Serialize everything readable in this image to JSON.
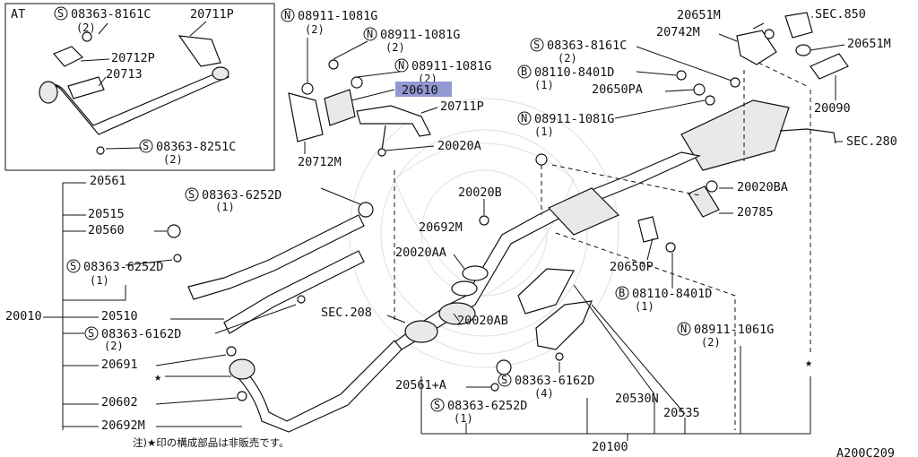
{
  "inset": {
    "tag": "AT",
    "labels": {
      "s_8161c": "08363-8161C",
      "s_8161c_qty": "(2)",
      "p_20711p": "20711P",
      "p_20712p": "20712P",
      "p_20713": "20713",
      "s_8251c": "08363-8251C",
      "s_8251c_qty": "(2)"
    }
  },
  "labels": {
    "n_1081g_a": "08911-1081G",
    "n_1081g_a_qty": "(2)",
    "n_1081g_b": "08911-1081G",
    "n_1081g_b_qty": "(2)",
    "n_1081g_c": "08911-1081G",
    "n_1081g_c_qty": "(2)",
    "p_20610": "20610",
    "p_20711p": "20711P",
    "p_20712m": "20712M",
    "p_20020a": "20020A",
    "p_20651m_top": "20651M",
    "sec_850": "SEC.850",
    "p_20742m": "20742M",
    "p_20651m_right": "20651M",
    "s_8161c": "08363-8161C",
    "s_8161c_qty": "(2)",
    "b_8401d_top": "08110-8401D",
    "b_8401d_top_qty": "(1)",
    "p_20650pa": "20650PA",
    "p_20090": "20090",
    "n_1081g_d": "08911-1081G",
    "n_1081g_d_qty": "(1)",
    "sec_280": "SEC.280",
    "p_20561": "20561",
    "s_6252d_a": "08363-6252D",
    "s_6252d_a_qty": "(1)",
    "p_20020b": "20020B",
    "p_20020ba": "20020BA",
    "p_20515": "20515",
    "p_20560": "20560",
    "p_20692m_mid": "20692M",
    "p_20785": "20785",
    "s_6252d_b": "08363-6252D",
    "s_6252d_b_qty": "(1)",
    "p_20020aa": "20020AA",
    "p_20650p": "20650P",
    "b_8401d_mid": "08110-8401D",
    "b_8401d_mid_qty": "(1)",
    "p_20010": "20010",
    "p_20510": "20510",
    "sec_208": "SEC.208",
    "p_20020ab": "20020AB",
    "s_6162d_a": "08363-6162D",
    "s_6162d_a_qty": "(2)",
    "n_1061g": "08911-1061G",
    "n_1061g_qty": "(2)",
    "p_20691": "20691",
    "p_20561a": "20561+A",
    "s_6162d_b": "08363-6162D",
    "s_6162d_b_qty": "(4)",
    "p_20602": "20602",
    "s_6252d_c": "08363-6252D",
    "s_6252d_c_qty": "(1)",
    "p_20530n": "20530N",
    "p_20535": "20535",
    "p_20692m_bot": "20692M",
    "p_20100": "20100",
    "note": "注)★印の構成部品は非販売です。",
    "diagram_id": "A200C209"
  },
  "prefix": {
    "s": "S",
    "n": "N",
    "b": "B"
  },
  "star": "★",
  "colors": {
    "highlight": "#7f86c9",
    "line": "#111111"
  }
}
